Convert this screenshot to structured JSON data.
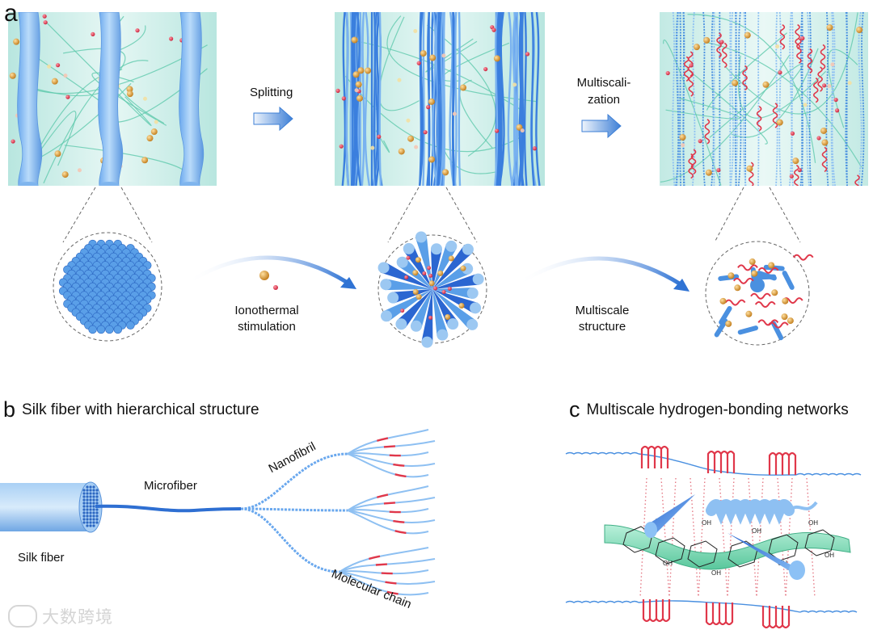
{
  "panel_a": {
    "letter": "a",
    "arrow_label_1": "Splitting",
    "arrow_label_2_line1": "Multiscali-",
    "arrow_label_2_line2": "zation",
    "curve_label_1_line1": "Ionothermal",
    "curve_label_1_line2": "stimulation",
    "curve_label_2_line1": "Multiscale",
    "curve_label_2_line2": "structure"
  },
  "panel_b": {
    "letter": "b",
    "title": "Silk fiber with hierarchical structure",
    "label_silk_fiber": "Silk fiber",
    "label_microfiber": "Microfiber",
    "label_nanofibril": "Nanofibril",
    "label_molecular_chain": "Molecular chain"
  },
  "panel_c": {
    "letter": "c",
    "title": "Multiscale hydrogen-bonding networks",
    "hydroxyl_label": "OH"
  },
  "watermark": "大数跨境",
  "colors": {
    "fiber_blue": "#4a90e0",
    "fiber_light": "#9cc8f2",
    "teal_bg": "#cbeee8",
    "chain_red": "#e0374a",
    "gold_particle": "#d9962b",
    "green_tube": "#7ed9b8"
  }
}
